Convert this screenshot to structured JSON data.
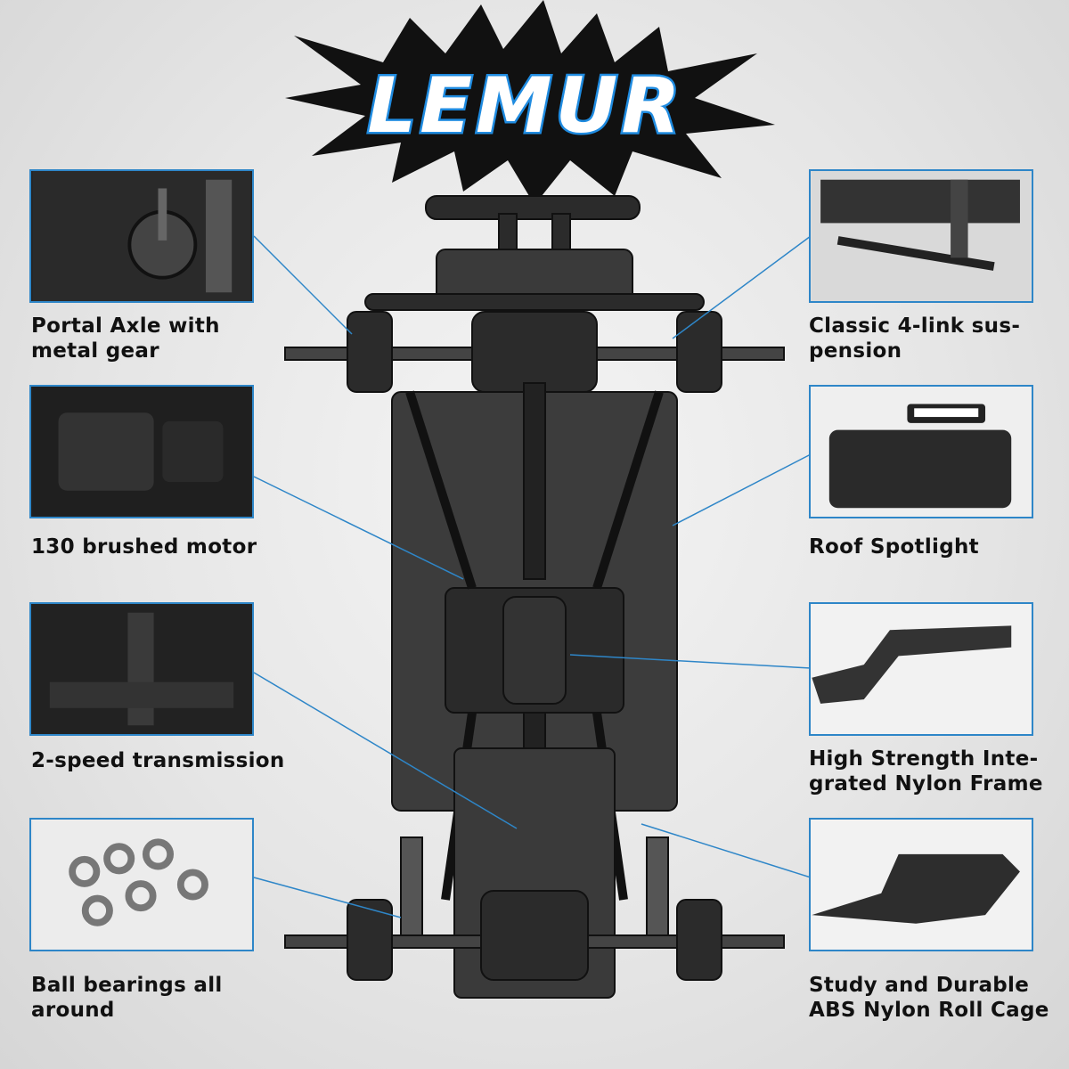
{
  "logo": {
    "text": "LEMUR"
  },
  "colors": {
    "accent": "#2e86c8",
    "logo_fill": "#ffffff",
    "logo_outline": "#1f8be0",
    "splash": "#111111"
  },
  "features_left": [
    {
      "id": "portal-axle",
      "line1": "Portal Axle with",
      "line2": "metal gear"
    },
    {
      "id": "brushed-motor",
      "line1": "130 brushed motor",
      "line2": ""
    },
    {
      "id": "transmission",
      "line1": "2-speed transmission",
      "line2": ""
    },
    {
      "id": "ball-bearings",
      "line1": "Ball bearings all",
      "line2": "around"
    }
  ],
  "features_right": [
    {
      "id": "suspension",
      "line1": "Classic 4-link sus-",
      "line2": "pension"
    },
    {
      "id": "spotlight",
      "line1": "Roof Spotlight",
      "line2": ""
    },
    {
      "id": "frame",
      "line1": "High Strength Inte-",
      "line2": "grated Nylon Frame"
    },
    {
      "id": "roll-cage",
      "line1": "Study and Durable",
      "line2": "ABS Nylon Roll Cage"
    }
  ]
}
